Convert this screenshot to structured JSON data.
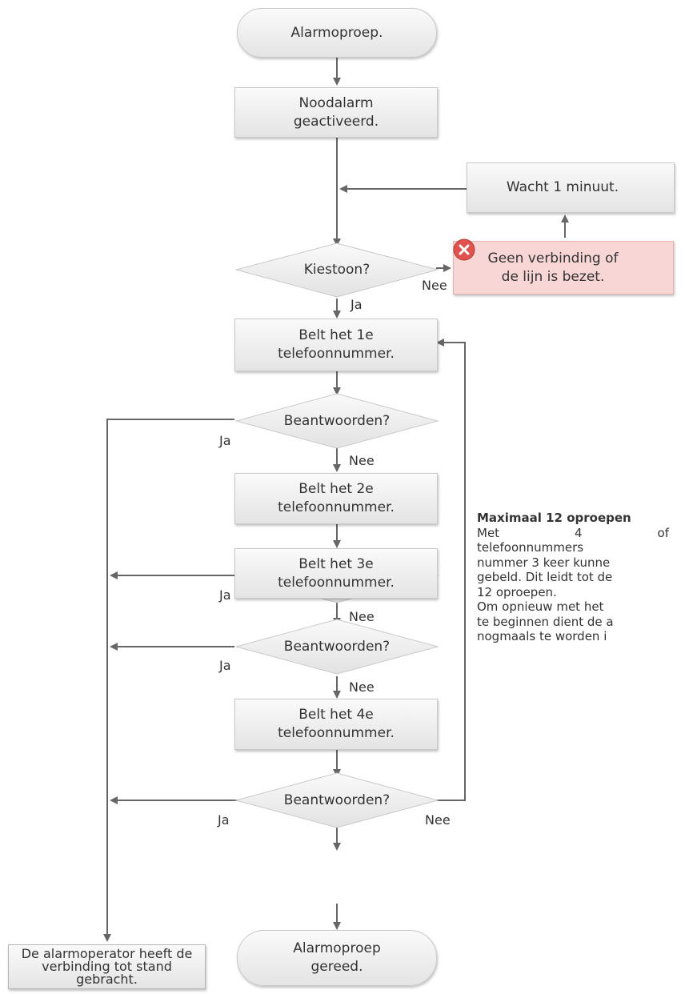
{
  "nodes": {
    "start": "Alarmoproep.",
    "activated": "Noodalarm geactiveerd.",
    "wait": "Wacht 1 minuut.",
    "dialtone": "Kiestoon?",
    "no_connection": "Geen verbinding of de lijn is bezet.",
    "call1": "Belt het 1e telefoonnummer.",
    "call2": "Belt het 2e telefoonnummer.",
    "call3": "Belt het 3e telefoonnummer.",
    "call4": "Belt het 4e telefoonnummer.",
    "answer": "Beantwoorden?",
    "operator": "De alarmoperator heeft de verbinding tot stand gebracht.",
    "end": "Alarmoproep gereed."
  },
  "labels": {
    "yes": "Ja",
    "no": "Nee"
  },
  "note": {
    "title": "Maximaal 12 oproepen",
    "line1": "Met 4 of",
    "line2": "telefoonnummers",
    "line3": "nummer 3 keer kunne",
    "line4": "gebeld. Dit leidt tot de",
    "line5": "12 oproepen.",
    "line6": "Om opnieuw met het",
    "line7": "te beginnen dient de a",
    "line8": "nogmaals te worden i"
  },
  "icons": {
    "error": "error-icon"
  },
  "colors": {
    "line": "#666666",
    "error_bg": "#f9d6d6",
    "error_icon": "#e0524d"
  }
}
